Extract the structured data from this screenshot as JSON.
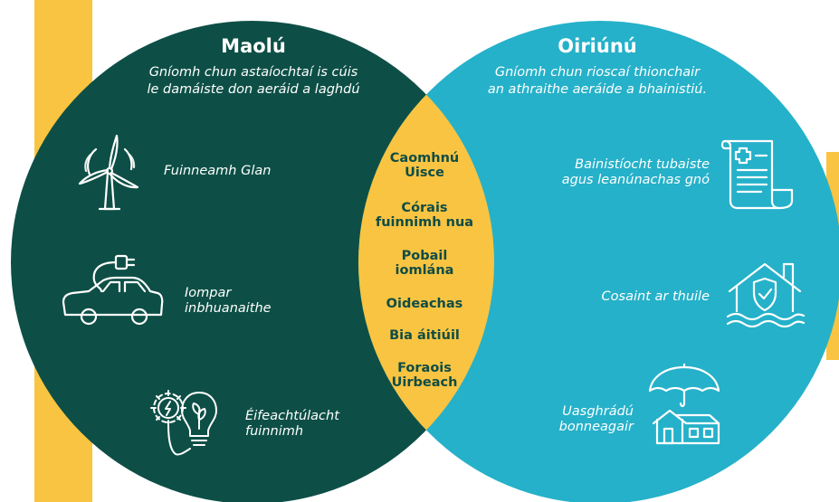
{
  "colors": {
    "left_circle": "#0d4f46",
    "right_circle": "#25b1c9",
    "overlap": "#f9c441",
    "accent_bar": "#f9c441",
    "text_light": "#ffffff",
    "text_dark": "#0f4c46"
  },
  "left": {
    "title": "Maolú",
    "subtitle_line1": "Gníomh chun astaíochtaí is cúis",
    "subtitle_line2": "le damáiste don aeráid a laghdú",
    "items": [
      {
        "label": "Fuinneamh Glan",
        "icon": "wind-turbine-icon"
      },
      {
        "label_line1": "Iompar",
        "label_line2": "inbhuanaithe",
        "icon": "electric-car-icon"
      },
      {
        "label_line1": "Éifeachtúlacht",
        "label_line2": "fuinnimh",
        "icon": "energy-efficiency-icon"
      }
    ]
  },
  "right": {
    "title": "Oiriúnú",
    "subtitle_line1": "Gníomh chun rioscaí thionchair",
    "subtitle_line2": "an athraithe aeráide a bhainistiú.",
    "items": [
      {
        "label_line1": "Bainistíocht tubaiste",
        "label_line2": "agus leanúnachas gnó",
        "icon": "document-plan-icon"
      },
      {
        "label": "Cosaint ar thuile",
        "icon": "flood-protection-icon"
      },
      {
        "label_line1": "Uasghrádú",
        "label_line2": "bonneagair",
        "icon": "infrastructure-umbrella-icon"
      }
    ]
  },
  "overlap": {
    "items": [
      {
        "line1": "Caomhnú",
        "line2": "Uisce"
      },
      {
        "line1": "Córais",
        "line2": "fuinnimh nua"
      },
      {
        "line1": "Pobail",
        "line2": "iomlána"
      },
      {
        "line1": "Oideachas"
      },
      {
        "line1": "Bia áitiúil"
      },
      {
        "line1": "Foraois",
        "line2": "Uirbeach"
      }
    ]
  }
}
